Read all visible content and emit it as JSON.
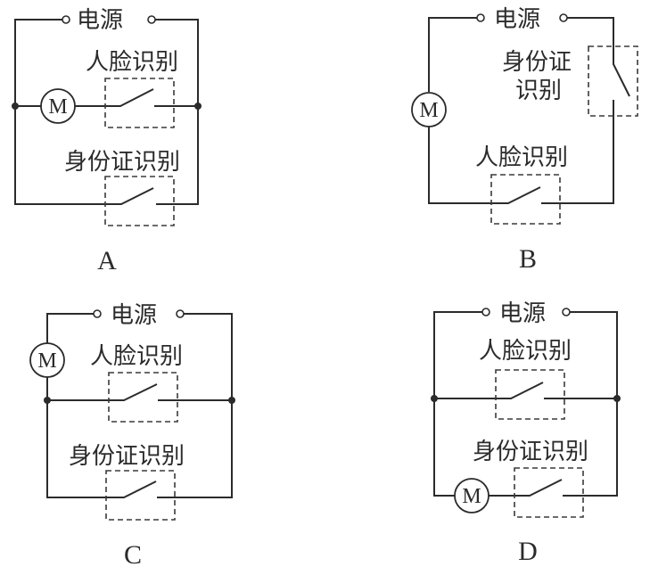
{
  "labels": {
    "power": "电源",
    "face": "人脸识别",
    "id": "身份证识别",
    "id_line1": "身份证",
    "id_line2": "识别",
    "motor": "M"
  },
  "options": {
    "A": "A",
    "B": "B",
    "C": "C",
    "D": "D"
  },
  "circuits": [
    {
      "option": "A",
      "description": "Motor in series with face recognition switch; ID recognition switch in parallel with that branch"
    },
    {
      "option": "B",
      "description": "Motor, ID recognition switch and face recognition switch all in series"
    },
    {
      "option": "C",
      "description": "Motor in main line; face and ID recognition switches in parallel"
    },
    {
      "option": "D",
      "description": "Face recognition switch in parallel with series branch of motor and ID recognition switch"
    }
  ]
}
